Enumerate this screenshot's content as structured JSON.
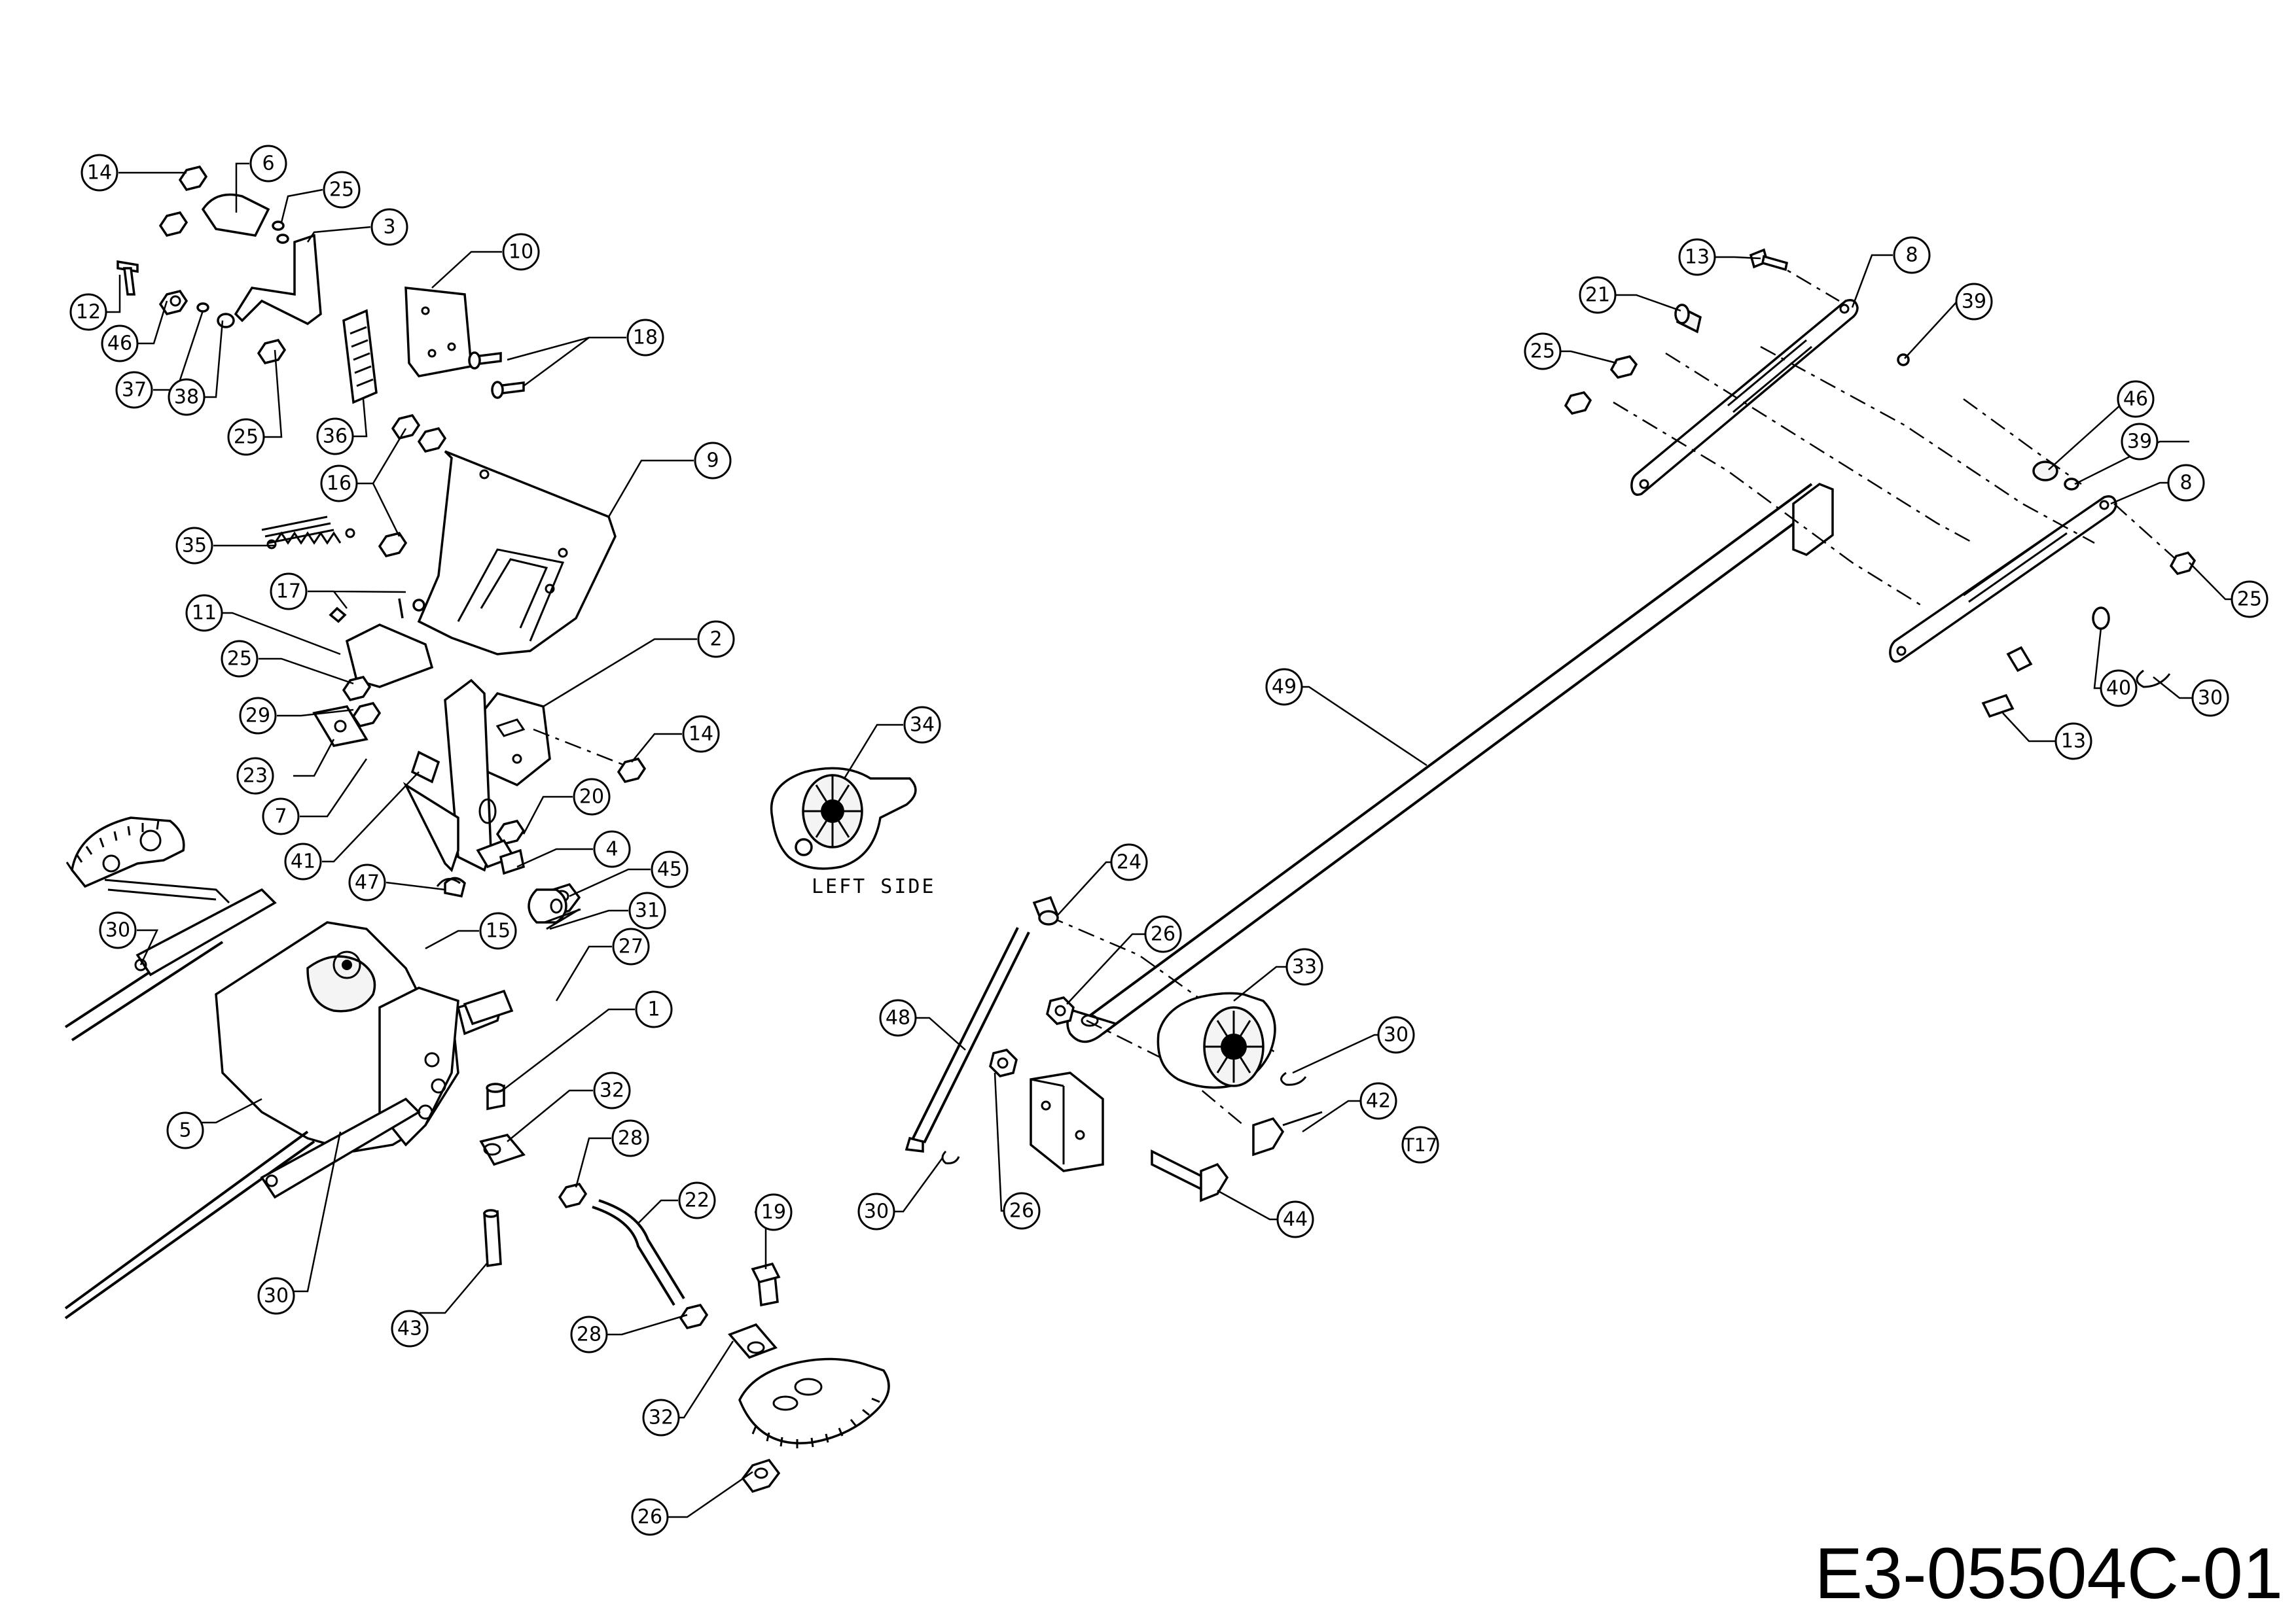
{
  "drawing_code": "E3-05504C-01",
  "left_side_label": "LEFT SIDE",
  "t17_label": "T17",
  "callouts": [
    "14",
    "6",
    "25",
    "3",
    "10",
    "12",
    "46",
    "37",
    "38",
    "25",
    "36",
    "18",
    "16",
    "9",
    "35",
    "17",
    "11",
    "25",
    "2",
    "29",
    "14",
    "23",
    "7",
    "41",
    "20",
    "4",
    "34",
    "45",
    "47",
    "31",
    "30",
    "15",
    "27",
    "1",
    "32",
    "28",
    "22",
    "19",
    "43",
    "28",
    "32",
    "26",
    "5",
    "30",
    "13",
    "8",
    "21",
    "39",
    "25",
    "46",
    "39",
    "8",
    "25",
    "49",
    "40",
    "30",
    "13",
    "24",
    "26",
    "33",
    "48",
    "30",
    "42",
    "26",
    "44",
    "30"
  ]
}
